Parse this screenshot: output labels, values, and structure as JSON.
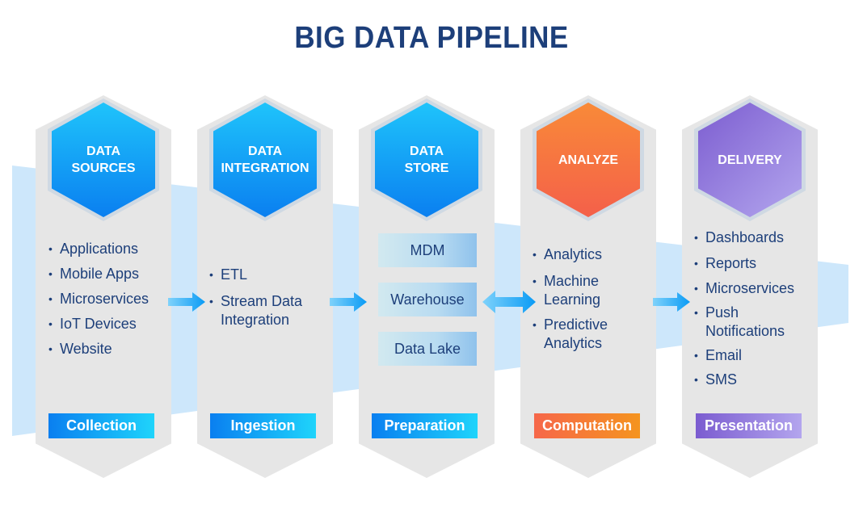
{
  "title": "BIG DATA PIPELINE",
  "stages": [
    {
      "heading": "DATA\nSOURCES",
      "items": [
        "Applications",
        "Mobile Apps",
        "Microservices",
        "IoT Devices",
        "Website"
      ],
      "label": "Collection"
    },
    {
      "heading": "DATA\nINTEGRATION",
      "items": [
        "ETL",
        "Stream Data\nIntegration"
      ],
      "label": "Ingestion"
    },
    {
      "heading": "DATA\nSTORE",
      "items": [
        "MDM",
        "Warehouse",
        "Data Lake"
      ],
      "label": "Preparation"
    },
    {
      "heading": "ANALYZE",
      "items": [
        "Analytics",
        "Machine\nLearning",
        "Predictive\nAnalytics"
      ],
      "label": "Computation"
    },
    {
      "heading": "DELIVERY",
      "items": [
        "Dashboards",
        "Reports",
        "Microservices",
        "Push\nNotifications",
        "Email",
        "SMS"
      ],
      "label": "Presentation"
    }
  ],
  "colors": {
    "blue": "#0a8cf0",
    "orange": "#f6733a",
    "purple": "#8a6fd6",
    "text": "#1d3f7a"
  }
}
